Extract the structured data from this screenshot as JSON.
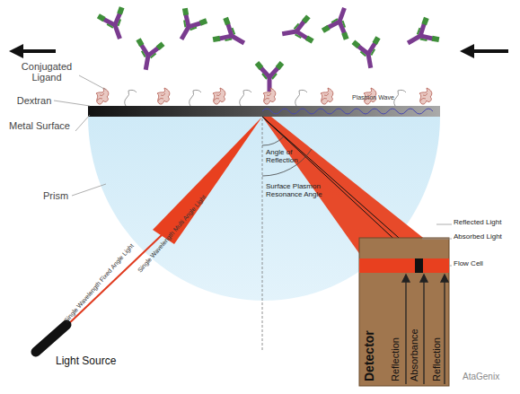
{
  "diagram": {
    "nodes": [
      {
        "text": [
          "Detector",
          "Reflection",
          "Absorbance",
          "Reflection"
        ]
      }
    ],
    "labels": [
      "Conjugated Ligand",
      "Dextran",
      "Metal Surface",
      "Prism",
      "Plasmon Wave",
      "Angle of Reflection",
      "Surface Plasmon Resonance Angle",
      "Single Wavelength Multi Angle Light",
      "Single Wavelength Fixed Angle Light",
      "Light Source",
      "Reflected Light",
      "Absorbed Light",
      "Flow Cell",
      "AtaGenix"
    ]
  }
}
